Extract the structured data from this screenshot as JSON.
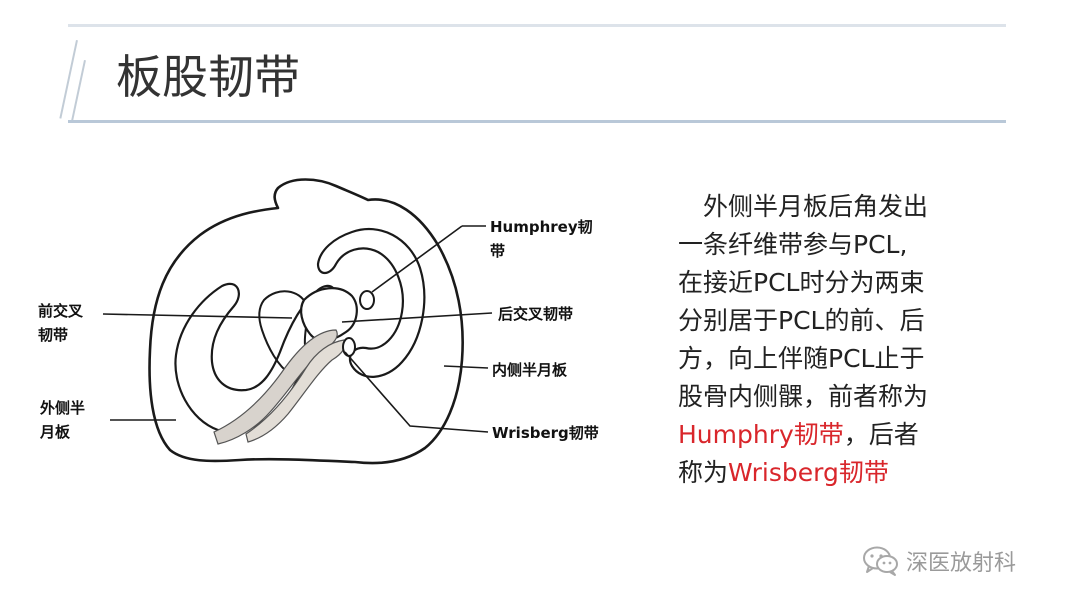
{
  "title": "板股韧带",
  "diagram": {
    "labels": {
      "humphrey_line1": "Humphrey韧",
      "humphrey_line2": "带",
      "acl_line1": "前交叉",
      "acl_line2": "韧带",
      "pcl": "后交叉韧带",
      "medial_meniscus": "内侧半月板",
      "lateral_meniscus_line1": "外侧半",
      "lateral_meniscus_line2": "月板",
      "wrisberg": "Wrisberg韧带"
    }
  },
  "description": {
    "line1": "外侧半月板后角发出",
    "line2": "一条纤维带参与PCL,",
    "line3": "在接近PCL时分为两束",
    "line4": "分别居于PCL的前、后",
    "line5": "方，向上伴随PCL止于",
    "line6": "股骨内侧髁，前者称为",
    "line7_highlight": "Humphry韧带",
    "line7_rest": "，后者",
    "line8_prefix": "称为",
    "line8_highlight": "Wrisberg韧带"
  },
  "watermark": {
    "text": "深医放射科",
    "icon": "wechat-icon"
  },
  "colors": {
    "highlight": "#d9262b",
    "rule": "#b9c8d8"
  }
}
